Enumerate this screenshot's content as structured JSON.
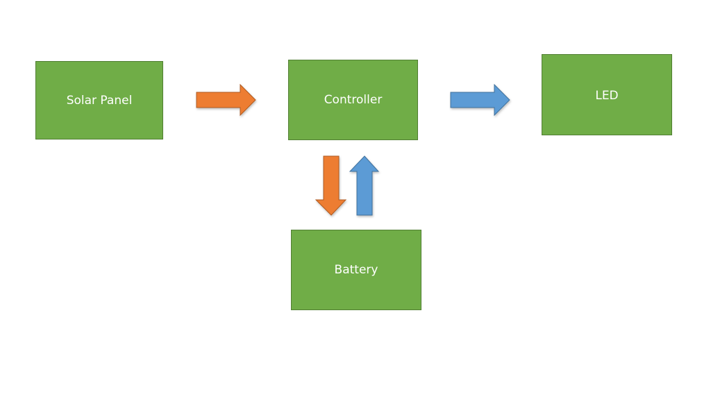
{
  "nodes": {
    "solar_panel": "Solar Panel",
    "controller": "Controller",
    "led": "LED",
    "battery": "Battery"
  },
  "colors": {
    "box_fill": "#70ad47",
    "box_border": "#507e32",
    "box_text": "#ffffff",
    "arrow_orange": "#ed7d31",
    "arrow_orange_border": "#ae5a21",
    "arrow_blue": "#5b9bd5",
    "arrow_blue_border": "#41719c",
    "background": "#ffffff"
  },
  "edges": [
    {
      "from": "solar_panel",
      "to": "controller",
      "color": "orange"
    },
    {
      "from": "controller",
      "to": "led",
      "color": "blue"
    },
    {
      "from": "controller",
      "to": "battery",
      "color": "orange"
    },
    {
      "from": "battery",
      "to": "controller",
      "color": "blue"
    }
  ]
}
